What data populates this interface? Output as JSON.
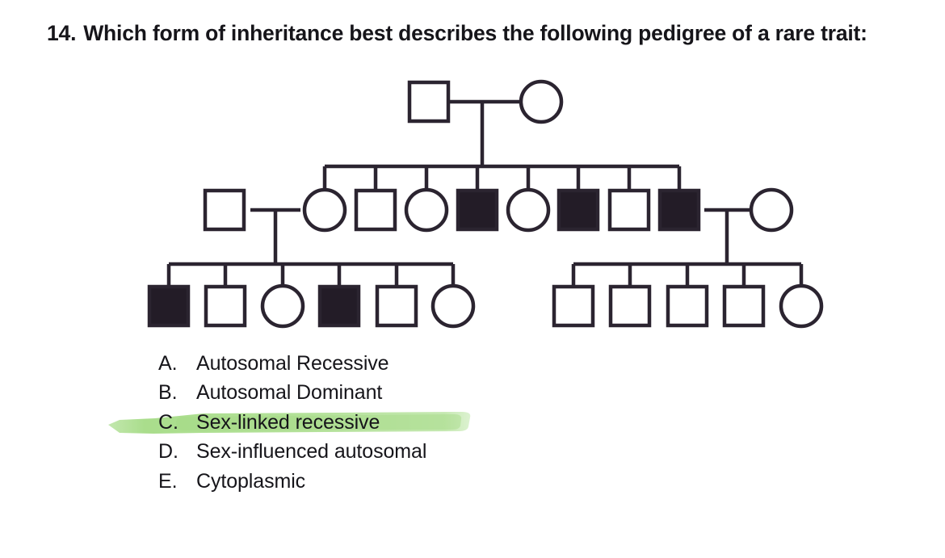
{
  "question": {
    "number": "14.",
    "text": "Which form of inheritance best describes the following pedigree of a rare trait:"
  },
  "options": [
    {
      "letter": "A.",
      "label": "Autosomal Recessive",
      "highlighted": false
    },
    {
      "letter": "B.",
      "label": "Autosomal Dominant",
      "highlighted": false
    },
    {
      "letter": "C.",
      "label": "Sex-linked recessive",
      "highlighted": true
    },
    {
      "letter": "D.",
      "label": "Sex-influenced autosomal",
      "highlighted": false
    },
    {
      "letter": "E.",
      "label": "Cytoplasmic",
      "highlighted": false
    }
  ],
  "colors": {
    "stroke": "#2b2430",
    "affected_fill": "#231c27",
    "unaffected_fill": "#ffffff",
    "highlight": "#a9dd8b",
    "text": "#16151a",
    "background": "#ffffff"
  },
  "pedigree": {
    "legend": {
      "square": "male",
      "circle": "female",
      "filled": "affected",
      "open": "unaffected"
    },
    "generations": [
      {
        "id": "I",
        "members": [
          {
            "id": "I-1",
            "shape": "square",
            "status": "unaffected"
          },
          {
            "id": "I-2",
            "shape": "circle",
            "status": "unaffected"
          }
        ]
      },
      {
        "id": "II",
        "members": [
          {
            "id": "II-1",
            "shape": "square",
            "status": "unaffected",
            "role": "married-in"
          },
          {
            "id": "II-2",
            "shape": "circle",
            "status": "unaffected"
          },
          {
            "id": "II-3",
            "shape": "square",
            "status": "unaffected"
          },
          {
            "id": "II-4",
            "shape": "circle",
            "status": "unaffected"
          },
          {
            "id": "II-5",
            "shape": "square",
            "status": "affected"
          },
          {
            "id": "II-6",
            "shape": "circle",
            "status": "unaffected"
          },
          {
            "id": "II-7",
            "shape": "square",
            "status": "affected"
          },
          {
            "id": "II-8",
            "shape": "square",
            "status": "unaffected"
          },
          {
            "id": "II-9",
            "shape": "square",
            "status": "affected"
          },
          {
            "id": "II-10",
            "shape": "circle",
            "status": "unaffected",
            "role": "married-in"
          }
        ]
      },
      {
        "id": "III",
        "members": [
          {
            "id": "III-1",
            "shape": "square",
            "status": "affected"
          },
          {
            "id": "III-2",
            "shape": "square",
            "status": "unaffected"
          },
          {
            "id": "III-3",
            "shape": "circle",
            "status": "unaffected"
          },
          {
            "id": "III-4",
            "shape": "square",
            "status": "affected"
          },
          {
            "id": "III-5",
            "shape": "square",
            "status": "unaffected"
          },
          {
            "id": "III-6",
            "shape": "circle",
            "status": "unaffected"
          },
          {
            "id": "III-7",
            "shape": "square",
            "status": "unaffected"
          },
          {
            "id": "III-8",
            "shape": "square",
            "status": "unaffected"
          },
          {
            "id": "III-9",
            "shape": "square",
            "status": "unaffected"
          },
          {
            "id": "III-10",
            "shape": "square",
            "status": "unaffected"
          },
          {
            "id": "III-11",
            "shape": "circle",
            "status": "unaffected"
          }
        ]
      }
    ]
  }
}
